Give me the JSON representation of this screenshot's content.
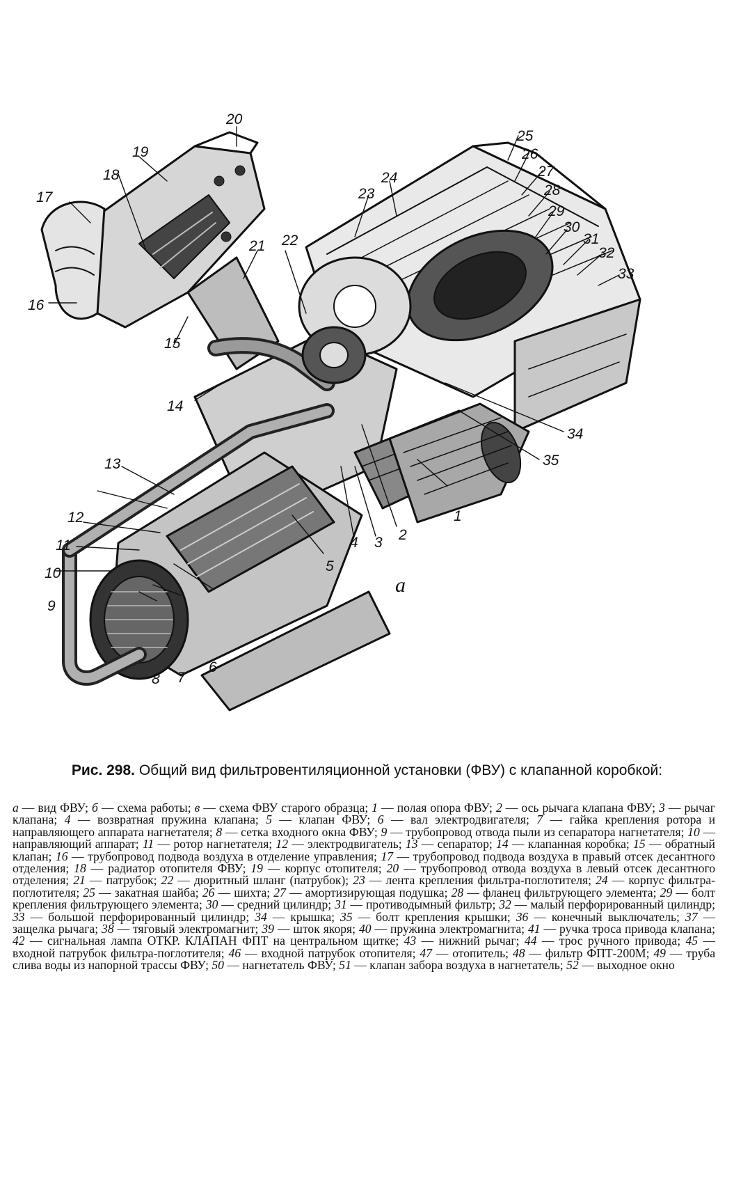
{
  "figure": {
    "sublabel": "а",
    "callouts": [
      "1",
      "2",
      "3",
      "4",
      "5",
      "6",
      "7",
      "8",
      "9",
      "10",
      "11",
      "12",
      "13",
      "14",
      "15",
      "16",
      "17",
      "18",
      "19",
      "20",
      "21",
      "22",
      "23",
      "24",
      "25",
      "26",
      "27",
      "28",
      "29",
      "30",
      "31",
      "32",
      "33",
      "34",
      "35"
    ]
  },
  "caption": {
    "figure_number": "Рис. 298.",
    "title": "Общий вид фильтровентиляционной установки (ФВУ) с клапанной коробкой:"
  },
  "legend": [
    {
      "n": "а",
      "text": "вид ФВУ;"
    },
    {
      "n": "б",
      "text": "схема работы;"
    },
    {
      "n": "в",
      "text": "схема ФВУ старого образца;"
    },
    {
      "n": "1",
      "text": "полая опора ФВУ;"
    },
    {
      "n": "2",
      "text": "ось рычага клапана ФВУ;"
    },
    {
      "n": "3",
      "text": "рычаг клапана;"
    },
    {
      "n": "4",
      "text": "возвратная пружина клапана;"
    },
    {
      "n": "5",
      "text": "клапан ФВУ;"
    },
    {
      "n": "6",
      "text": "вал электродвигателя;"
    },
    {
      "n": "7",
      "text": "гайка крепления ротора и направляющего аппарата нагнетателя;"
    },
    {
      "n": "8",
      "text": "сетка входного окна ФВУ;"
    },
    {
      "n": "9",
      "text": "трубопровод отвода пыли из сепаратора нагнетателя;"
    },
    {
      "n": "10",
      "text": "направляющий аппарат;"
    },
    {
      "n": "11",
      "text": "ротор нагнетателя;"
    },
    {
      "n": "12",
      "text": "электродвигатель;"
    },
    {
      "n": "13",
      "text": "сепаратор;"
    },
    {
      "n": "14",
      "text": "клапанная коробка;"
    },
    {
      "n": "15",
      "text": "обратный клапан;"
    },
    {
      "n": "16",
      "text": "трубопровод подвода воздуха в отделение управления;"
    },
    {
      "n": "17",
      "text": "трубопровод подвода воздуха в правый отсек десантного отделения;"
    },
    {
      "n": "18",
      "text": "радиатор отопителя ФВУ;"
    },
    {
      "n": "19",
      "text": "корпус отопителя;"
    },
    {
      "n": "20",
      "text": "трубопровод отвода воздуха в левый отсек десантного отделения;"
    },
    {
      "n": "21",
      "text": "патрубок;"
    },
    {
      "n": "22",
      "text": "дюритный шланг (патрубок);"
    },
    {
      "n": "23",
      "text": "лента крепления фильтра-поглотителя;"
    },
    {
      "n": "24",
      "text": "корпус фильтра-поглотителя;"
    },
    {
      "n": "25",
      "text": "закатная шайба;"
    },
    {
      "n": "26",
      "text": "шихта;"
    },
    {
      "n": "27",
      "text": "амортизирующая подушка;"
    },
    {
      "n": "28",
      "text": "фланец фильтрующего элемента;"
    },
    {
      "n": "29",
      "text": "болт крепления фильтрующего элемента;"
    },
    {
      "n": "30",
      "text": "средний цилиндр;"
    },
    {
      "n": "31",
      "text": "противодымный фильтр;"
    },
    {
      "n": "32",
      "text": "малый перфорированный цилиндр;"
    },
    {
      "n": "33",
      "text": "большой перфорированный цилиндр;"
    },
    {
      "n": "34",
      "text": "крышка;"
    },
    {
      "n": "35",
      "text": "болт крепления крышки;"
    },
    {
      "n": "36",
      "text": "конечный выключатель;"
    },
    {
      "n": "37",
      "text": "защелка рычага;"
    },
    {
      "n": "38",
      "text": "тяговый электромагнит;"
    },
    {
      "n": "39",
      "text": "шток якоря;"
    },
    {
      "n": "40",
      "text": "пружина электромагнита;"
    },
    {
      "n": "41",
      "text": "ручка троса привода клапана;"
    },
    {
      "n": "42",
      "text": "сигнальная лампа ОТКР. КЛАПАН ФПТ на центральном щитке;"
    },
    {
      "n": "43",
      "text": "нижний рычаг;"
    },
    {
      "n": "44",
      "text": "трос ручного привода;"
    },
    {
      "n": "45",
      "text": "входной патрубок фильтра-поглотителя;"
    },
    {
      "n": "46",
      "text": "входной патрубок отопителя;"
    },
    {
      "n": "47",
      "text": "отопитель;"
    },
    {
      "n": "48",
      "text": "фильтр ФПТ-200М;"
    },
    {
      "n": "49",
      "text": "труба слива воды из напорной трассы ФВУ;"
    },
    {
      "n": "50",
      "text": "нагнетатель ФВУ;"
    },
    {
      "n": "51",
      "text": "клапан забора воздуха в нагнетатель;"
    },
    {
      "n": "52",
      "text": "выходное окно"
    }
  ]
}
